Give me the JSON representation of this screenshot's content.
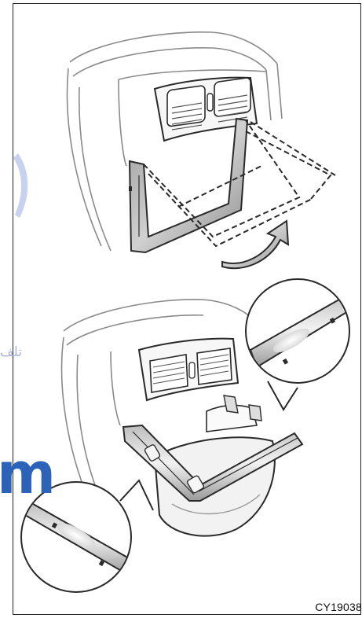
{
  "figure": {
    "code": "CY19038",
    "watermark_text": "تلف",
    "watermark_letter": "m",
    "colors": {
      "outline": "#2a2a2a",
      "light_outline": "#8a8a8a",
      "fill_gray": "#a9a9a9",
      "fill_light": "#e4e4e4",
      "watermark": "#2c62b8"
    }
  }
}
